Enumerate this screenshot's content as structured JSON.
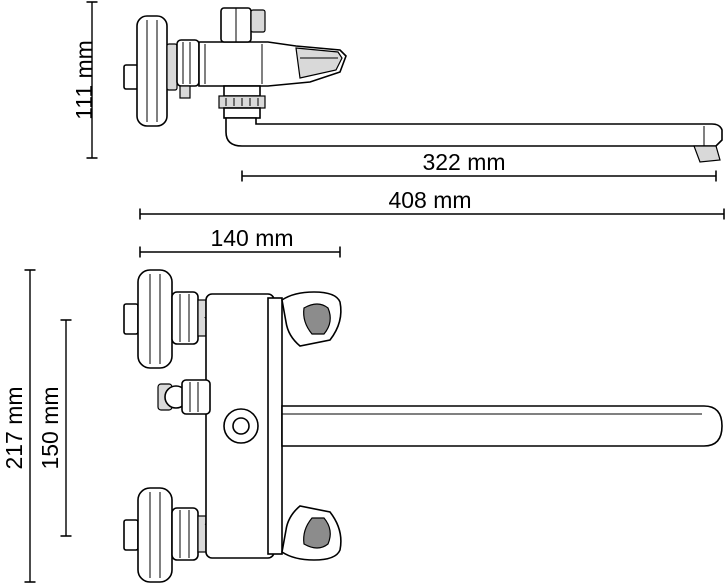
{
  "dimensions": {
    "side_height": "111 mm",
    "spout_length": "322 mm",
    "total_length": "408 mm",
    "axis_offset": "140 mm",
    "total_height": "217 mm",
    "connection_spacing": "150 mm"
  },
  "colors": {
    "stroke": "#000000",
    "background": "#ffffff",
    "shade_light": "#d9d9d9",
    "shade_dark": "#8c8c8c"
  }
}
